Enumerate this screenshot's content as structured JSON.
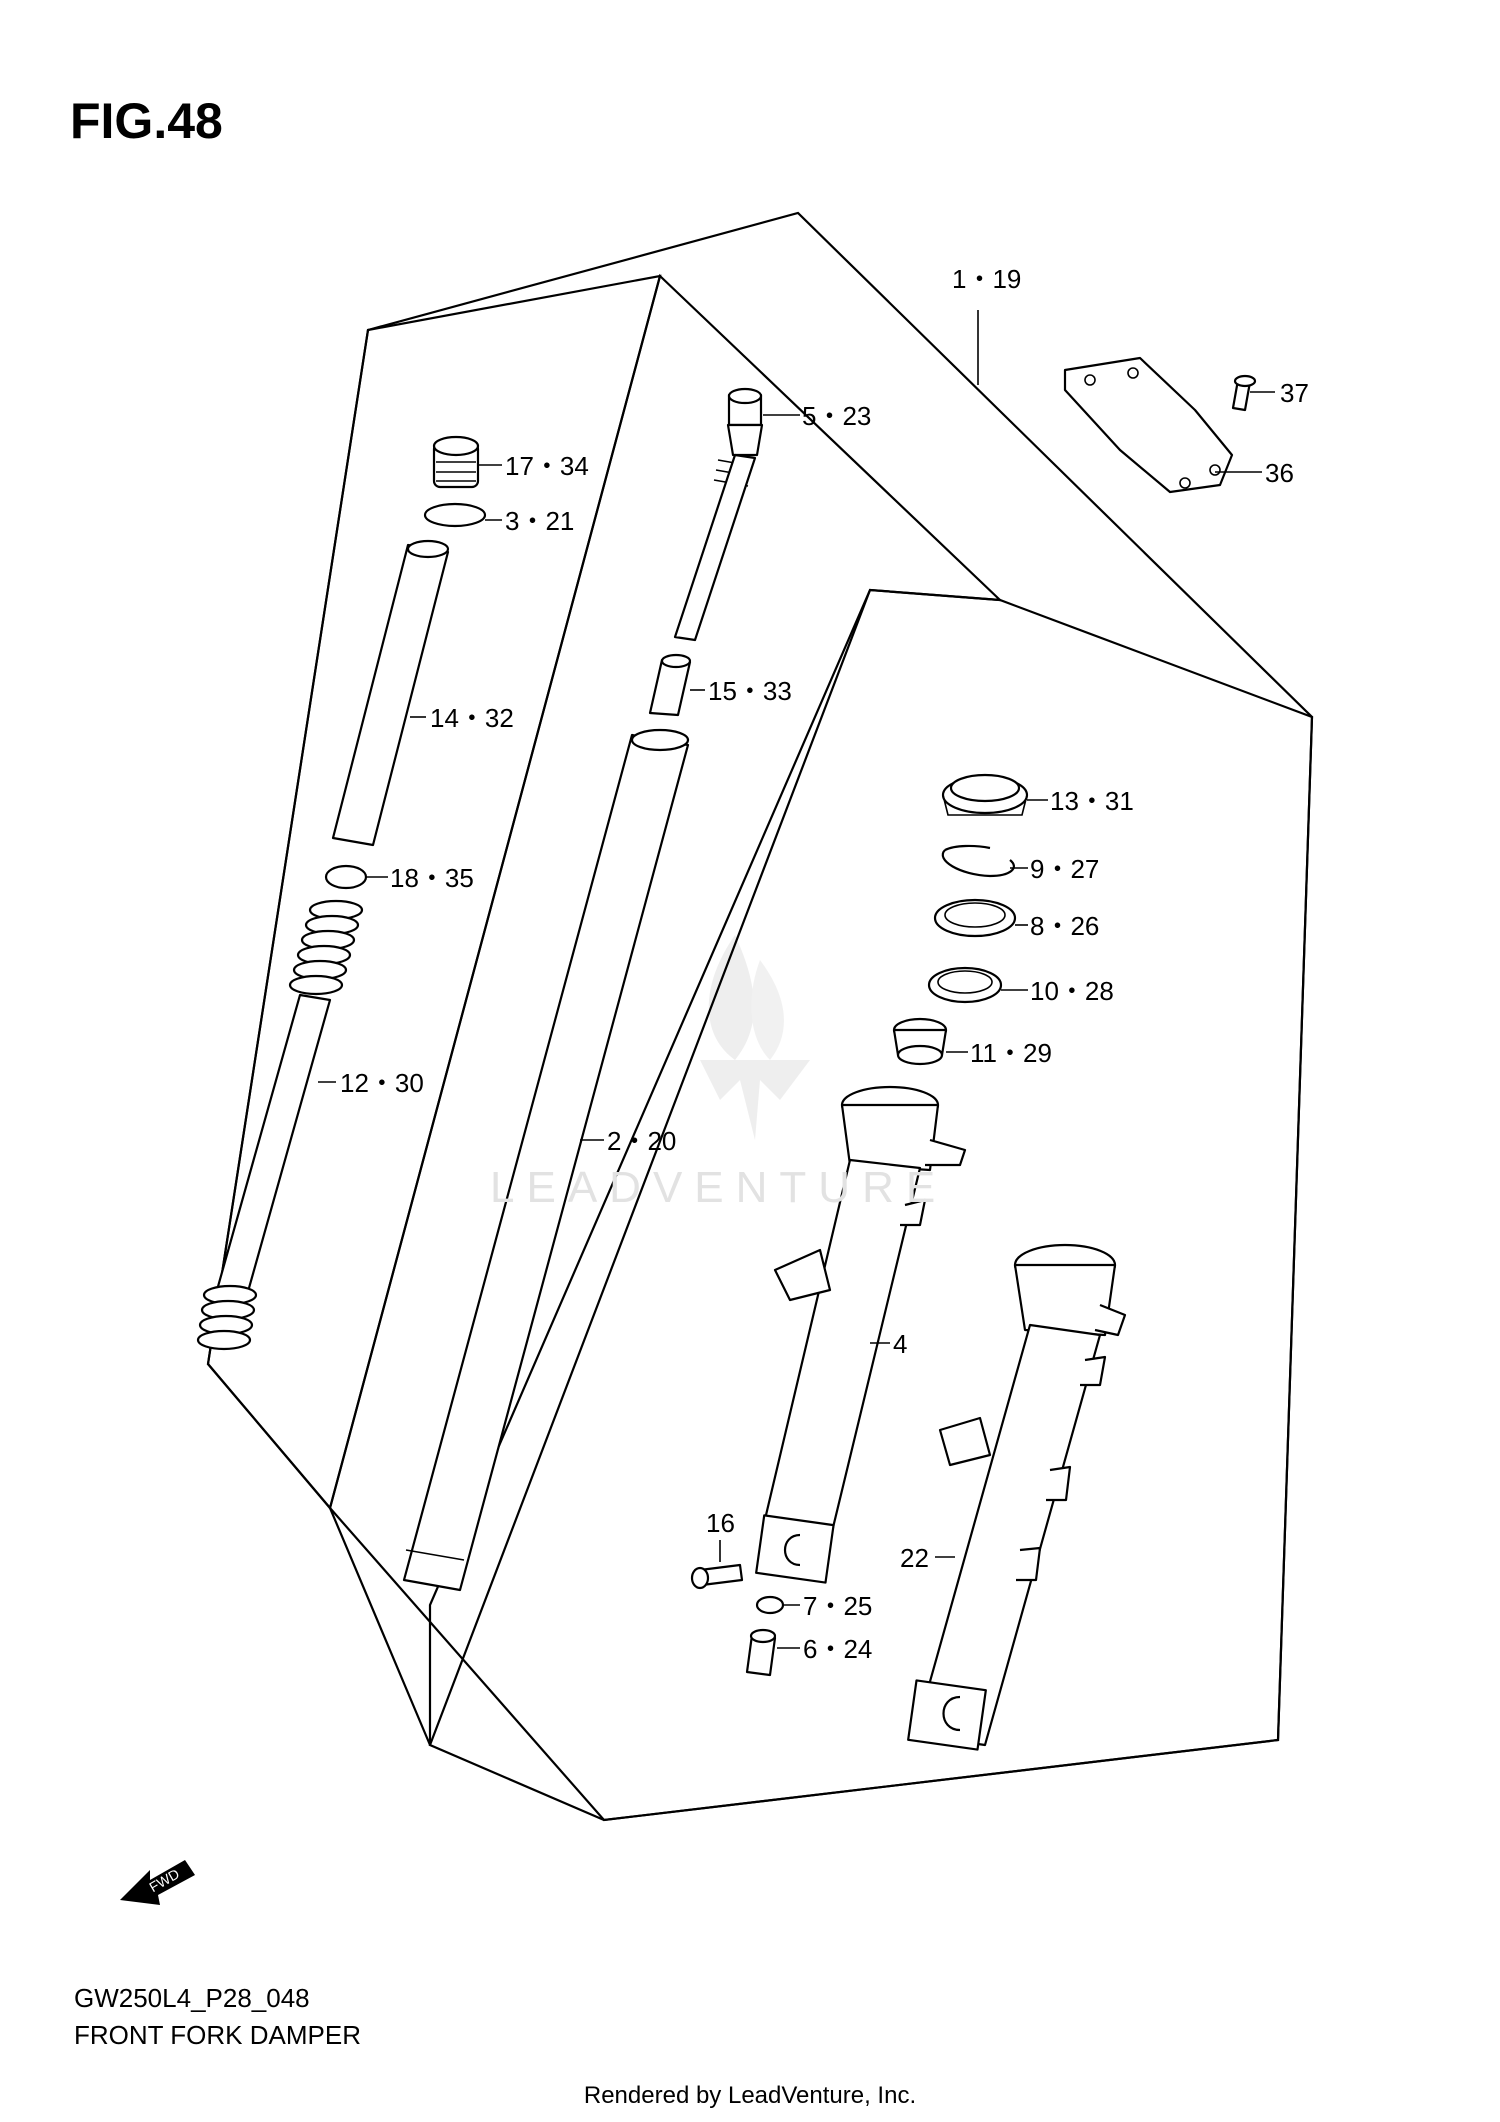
{
  "figure": {
    "title": "FIG.48",
    "model_code": "GW250L4_P28_048",
    "name": "FRONT FORK DAMPER",
    "render_credit": "Rendered by LeadVenture, Inc.",
    "watermark": "LEADVENTURE"
  },
  "fwd_label": "FWD",
  "callouts": [
    {
      "id": "c-1-19",
      "text": "1・19"
    },
    {
      "id": "c-37",
      "text": "37"
    },
    {
      "id": "c-36",
      "text": "36"
    },
    {
      "id": "c-5-23",
      "text": "5・23"
    },
    {
      "id": "c-17-34",
      "text": "17・34"
    },
    {
      "id": "c-3-21",
      "text": "3・21"
    },
    {
      "id": "c-15-33",
      "text": "15・33"
    },
    {
      "id": "c-14-32",
      "text": "14・32"
    },
    {
      "id": "c-13-31",
      "text": "13・31"
    },
    {
      "id": "c-9-27",
      "text": "9・27"
    },
    {
      "id": "c-18-35",
      "text": "18・35"
    },
    {
      "id": "c-8-26",
      "text": "8・26"
    },
    {
      "id": "c-10-28",
      "text": "10・28"
    },
    {
      "id": "c-11-29",
      "text": "11・29"
    },
    {
      "id": "c-12-30",
      "text": "12・30"
    },
    {
      "id": "c-2-20",
      "text": "2・20"
    },
    {
      "id": "c-4",
      "text": "4"
    },
    {
      "id": "c-16",
      "text": "16"
    },
    {
      "id": "c-22",
      "text": "22"
    },
    {
      "id": "c-7-25",
      "text": "7・25"
    },
    {
      "id": "c-6-24",
      "text": "6・24"
    }
  ],
  "colors": {
    "line": "#000000",
    "background": "#ffffff",
    "watermark": "#e2e2e2"
  }
}
